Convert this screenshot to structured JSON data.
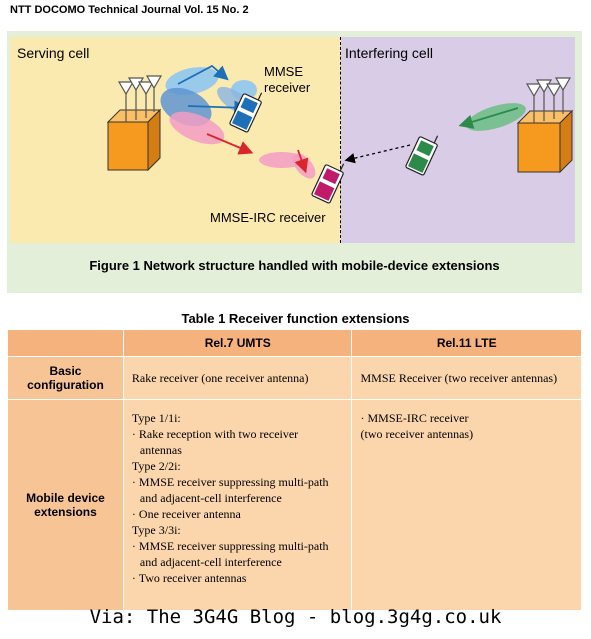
{
  "journal_header": "NTT DOCOMO Technical Journal Vol. 15 No. 2",
  "figure": {
    "serving_cell_label": "Serving cell",
    "interfering_cell_label": "Interfering cell",
    "mmse_label_line1": "MMSE",
    "mmse_label_line2": "receiver",
    "mmse_irc_label": "MMSE-IRC receiver",
    "caption": "Figure 1  Network structure handled with mobile-device extensions",
    "colors": {
      "serving_bg": "#fbeab0",
      "interfering_bg": "#d9cce6",
      "figure_bg": "#e3efd9",
      "base_station": "#f59a1e",
      "beam_blue": "#6fb0e0",
      "beam_pink": "#f08fb8",
      "beam_green": "#5fb07a",
      "arrow_red": "#d9262b",
      "arrow_green": "#2e8a4a",
      "arrow_blue": "#1d6fb8"
    }
  },
  "table": {
    "title": "Table 1  Receiver function extensions",
    "columns": [
      "",
      "Rel.7 UMTS",
      "Rel.11 LTE"
    ],
    "rows": [
      {
        "header": "Basic configuration",
        "umts": "Rake receiver (one receiver antenna)",
        "lte": "MMSE Receiver (two receiver antennas)"
      },
      {
        "header_line1": "Mobile device",
        "header_line2": "extensions",
        "umts_lines": [
          "Type 1/1i:",
          "· Rake reception with two receiver",
          "  antennas",
          "Type 2/2i:",
          "· MMSE receiver suppressing multi-path",
          "  and adjacent-cell interference",
          "· One receiver antenna",
          "Type 3/3i:",
          "· MMSE receiver suppressing multi-path",
          "  and adjacent-cell interference",
          "· Two receiver antennas"
        ],
        "lte_lines": [
          "· MMSE-IRC receiver",
          "(two receiver antennas)"
        ]
      }
    ]
  },
  "footer": "Via: The 3G4G Blog - blog.3g4g.co.uk"
}
